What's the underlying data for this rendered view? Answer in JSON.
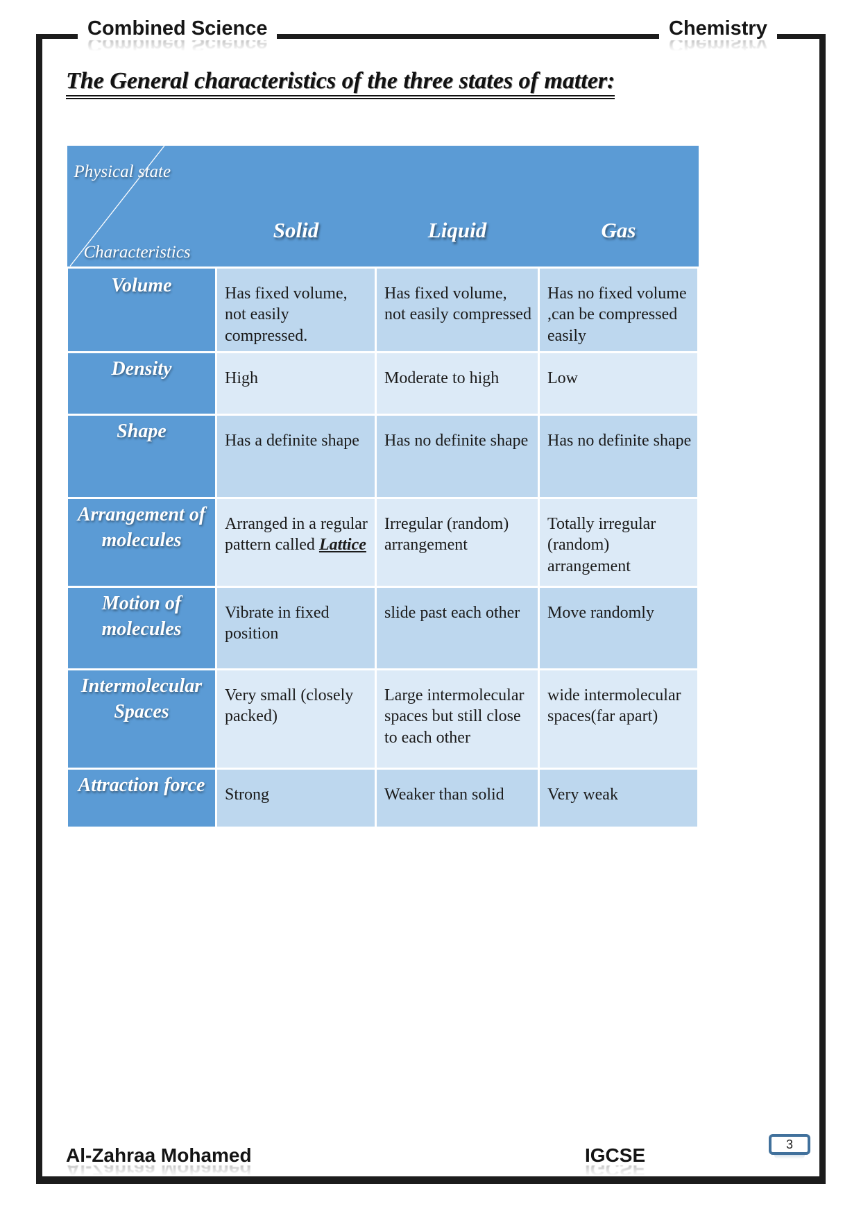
{
  "page": {
    "header_left": "Combined Science",
    "header_right": "Chemistry",
    "title": "The General characteristics of the three states of matter:",
    "footer_left": "Al-Zahraa Mohamed",
    "footer_right": "IGCSE",
    "page_number": "3"
  },
  "table": {
    "corner": {
      "top": "Physical state",
      "bottom": "Characteristics"
    },
    "columns": [
      "Solid",
      "Liquid",
      "Gas"
    ],
    "rows": [
      {
        "label": "Volume",
        "cells": [
          "Has fixed volume, not easily compressed.",
          "Has fixed volume, not easily compressed",
          "Has no fixed volume ,can be compressed easily"
        ]
      },
      {
        "label": "Density",
        "cells": [
          "High",
          "Moderate to high",
          "Low"
        ]
      },
      {
        "label": "Shape",
        "cells": [
          "Has a definite shape",
          "Has no definite shape",
          "Has no definite shape"
        ]
      },
      {
        "label": "Arrangement of molecules",
        "cells": [
          {
            "text": "Arranged in a regular pattern called ",
            "emphasis": "Lattice"
          },
          "Irregular (random) arrangement",
          "Totally irregular (random) arrangement"
        ]
      },
      {
        "label": "Motion of molecules",
        "cells": [
          "Vibrate in fixed position",
          "slide past each other",
          "Move randomly"
        ]
      },
      {
        "label": "Intermolecular Spaces",
        "cells": [
          "Very small (closely packed)",
          "Large intermolecular spaces but still close to each other",
          "wide intermolecular spaces(far apart)"
        ]
      },
      {
        "label": "Attraction force",
        "cells": [
          "Strong",
          "Weaker than solid",
          "Very weak"
        ]
      }
    ],
    "colors": {
      "header_blue": "#5b9bd5",
      "row_band_a": "#bdd7ee",
      "row_band_b": "#dceaf7",
      "page_box_border": "#41719c"
    }
  }
}
